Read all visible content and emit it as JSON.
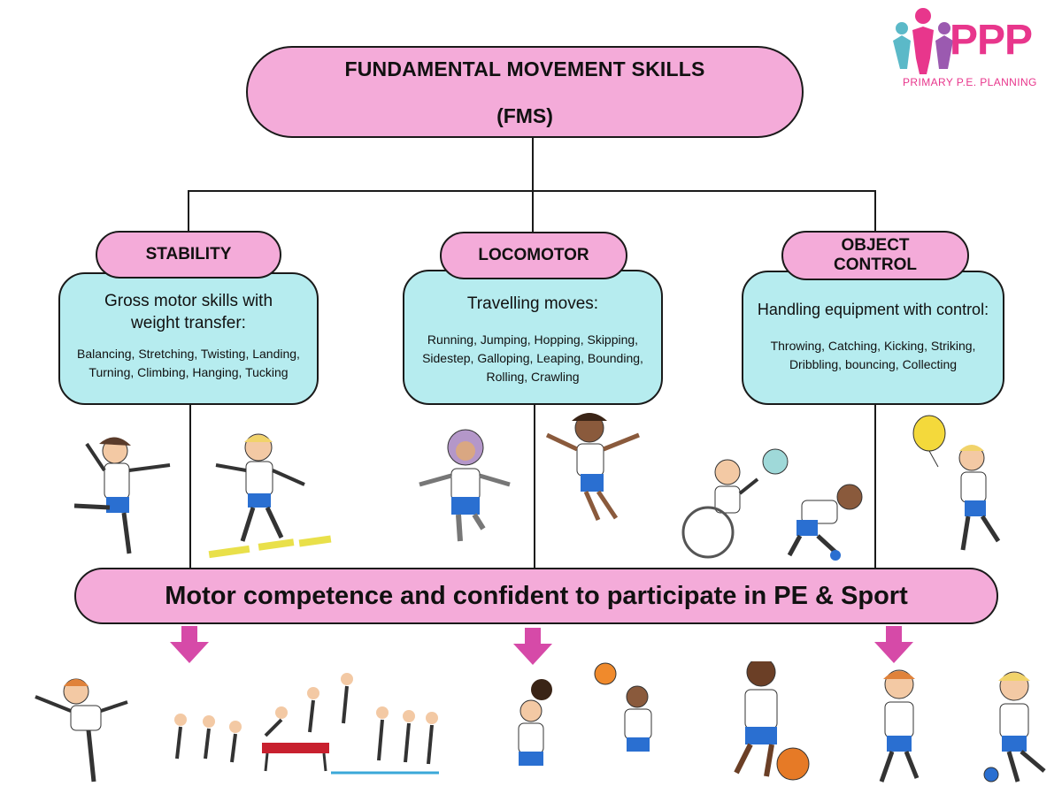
{
  "logo": {
    "letters": "PPP",
    "subtitle": "PRIMARY P.E. PLANNING"
  },
  "title": {
    "line1": "FUNDAMENTAL MOVEMENT SKILLS",
    "line2": "(FMS)"
  },
  "categories": [
    {
      "heading": "STABILITY",
      "description": "Gross motor skills with weight transfer:",
      "skills_line1": "Balancing, Stretching, Twisting, Landing,",
      "skills_line2": "Turning, Climbing, Hanging, Tucking",
      "skills_line3": ""
    },
    {
      "heading": "LOCOMOTOR",
      "description": "Travelling moves:",
      "skills_line1": "Running, Jumping, Hopping, Skipping,",
      "skills_line2": "Sidestep, Galloping, Leaping, Bounding,",
      "skills_line3": "Rolling, Crawling"
    },
    {
      "heading_line1": "OBJECT",
      "heading_line2": "CONTROL",
      "description": "Handling equipment with control:",
      "skills_line1": "Throwing, Catching, Kicking, Striking,",
      "skills_line2": "Dribbling, bouncing, Collecting",
      "skills_line3": ""
    }
  ],
  "outcome": "Motor competence and confident to participate in PE & Sport",
  "colors": {
    "pink": "#f4abd9",
    "cyan": "#b6ecef",
    "arrow": "#d64aa8",
    "brand": "#e8368c"
  },
  "illustrations": [
    "child-balancing",
    "child-stepping-ladder",
    "child-hijab-jumping",
    "child-star-jump",
    "child-wheelchair-catching",
    "child-picking-ball",
    "child-with-balloon",
    "child-arabesque",
    "vault-sequence",
    "children-throwing",
    "child-dribbling",
    "child-running",
    "child-kicking-ball"
  ]
}
